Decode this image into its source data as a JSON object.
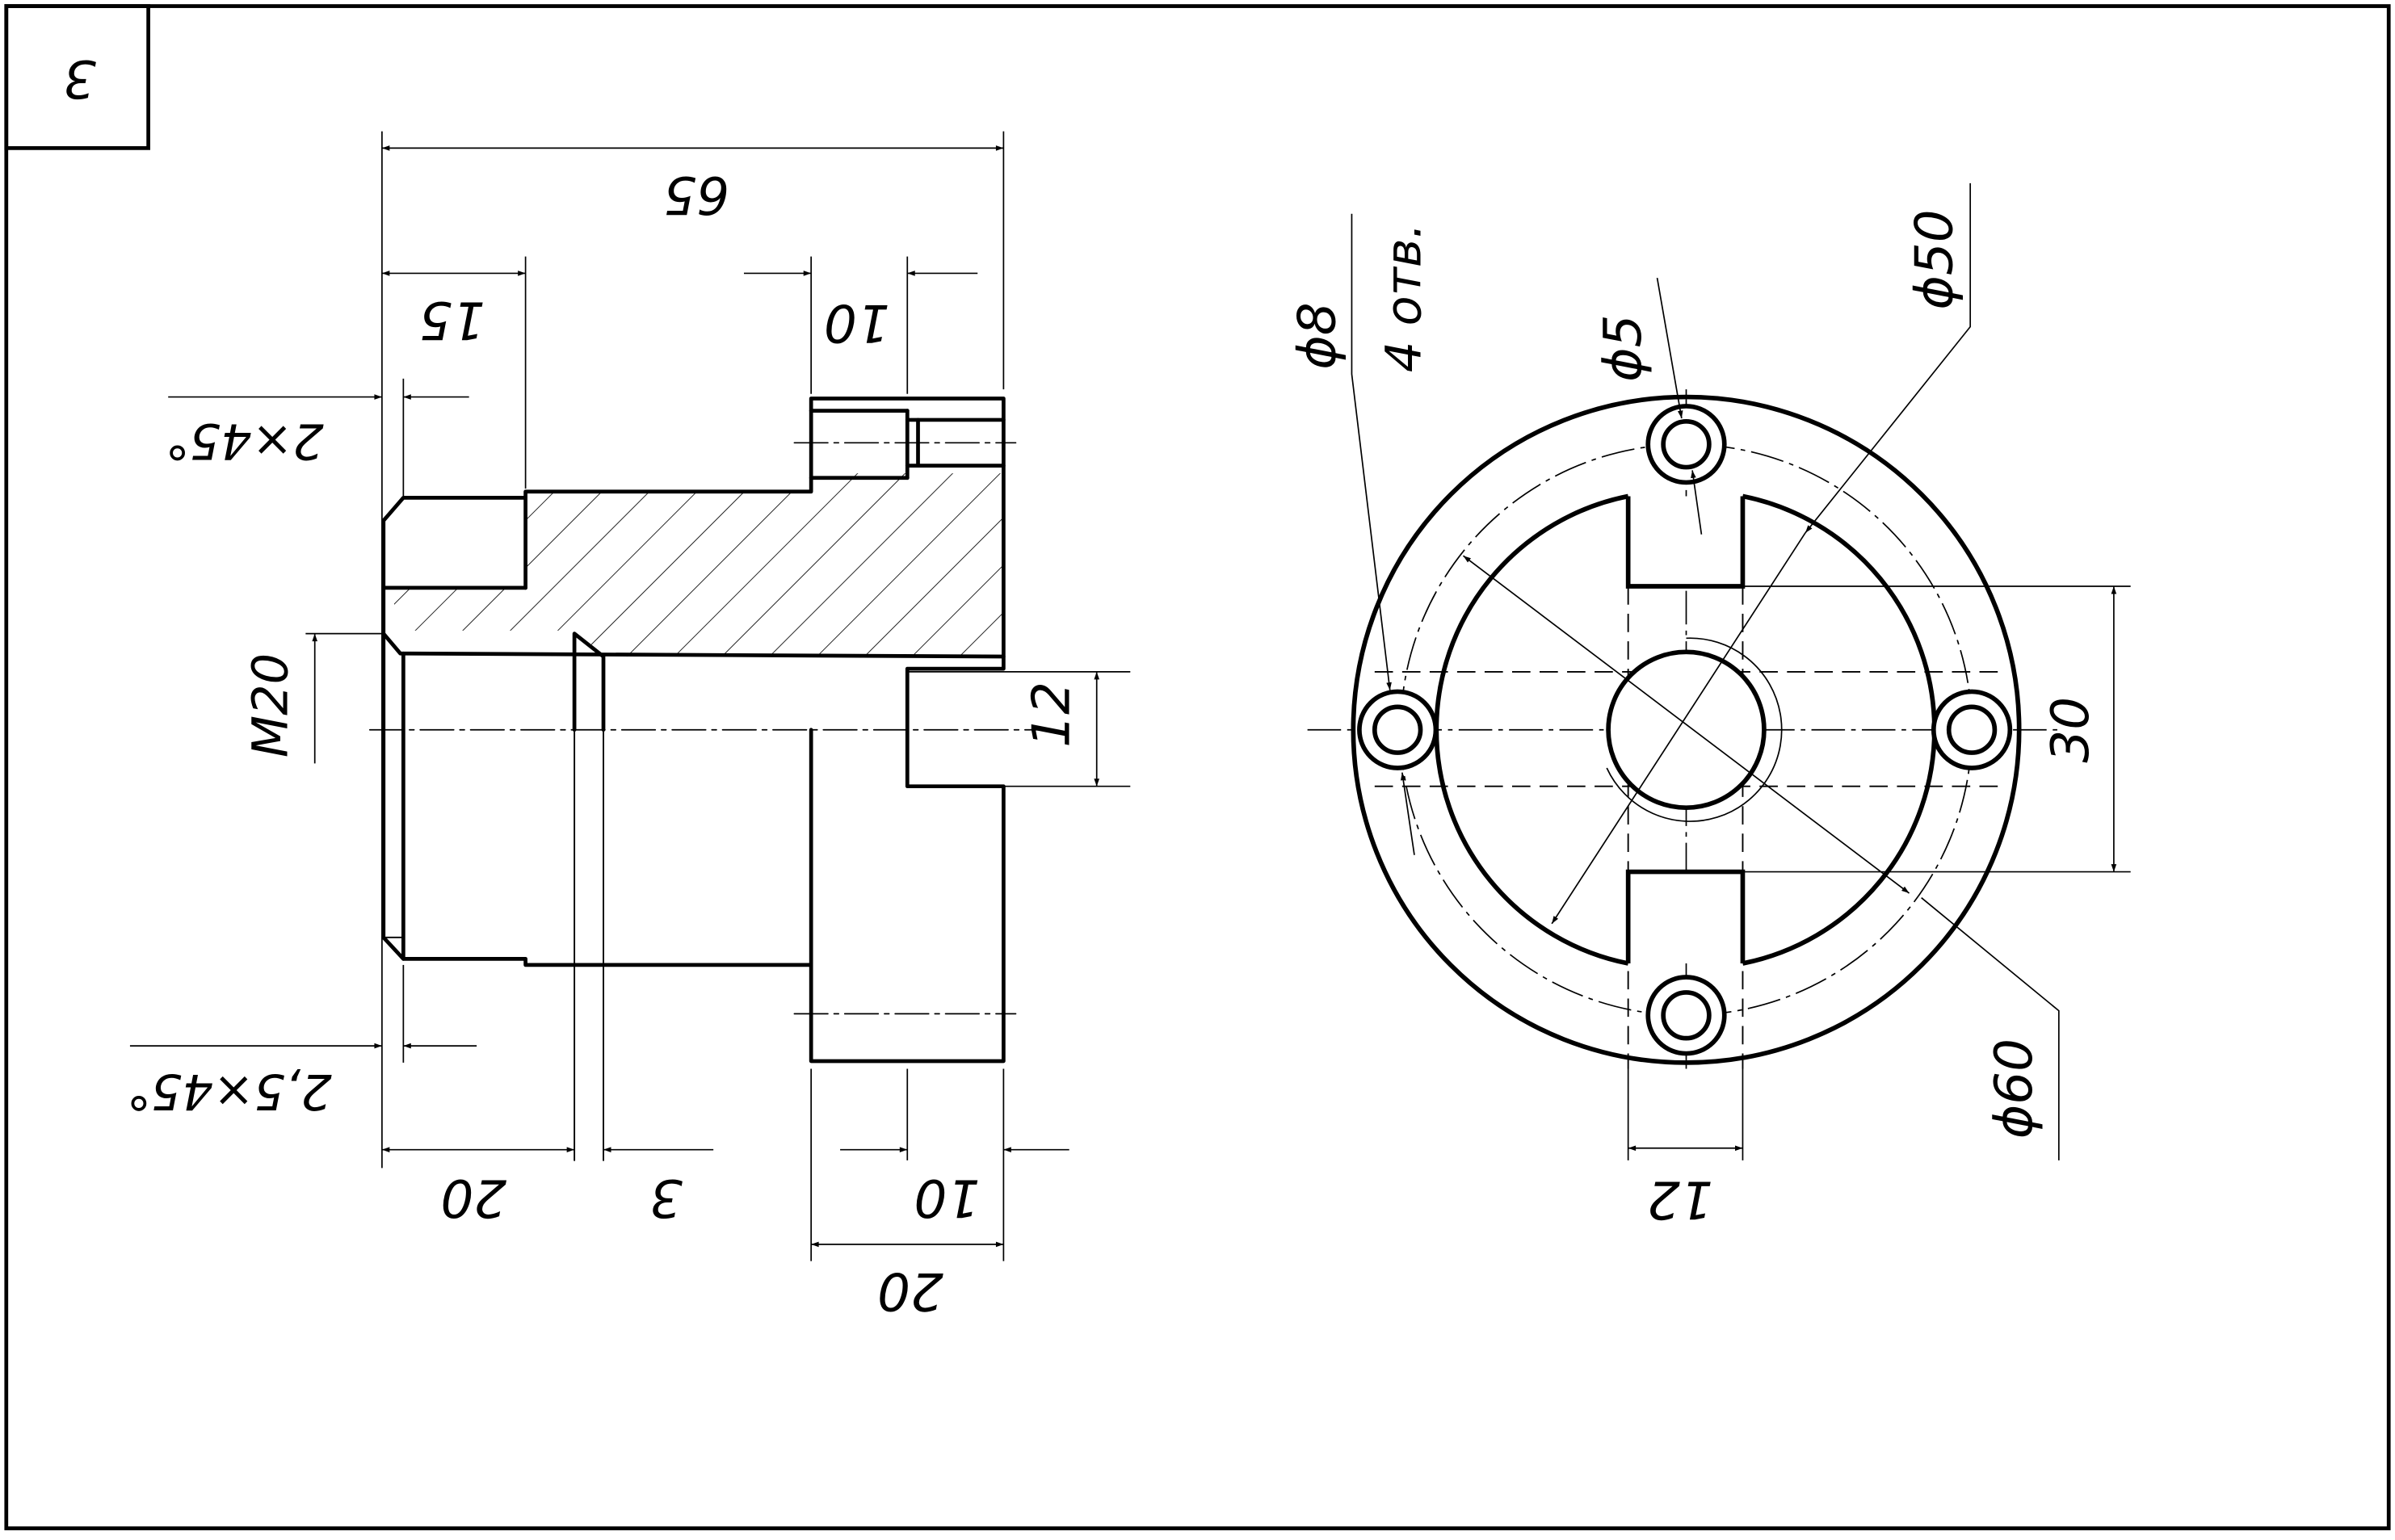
{
  "sheet": {
    "number": "3"
  },
  "colors": {
    "line": "#000000",
    "paper": "#ffffff"
  },
  "labels": {
    "d65": "65",
    "d15": "15",
    "d10top": "10",
    "ch2": "2×45°",
    "m20": "M20",
    "d12": "12",
    "ch25": "2,5×45°",
    "d20a": "20",
    "d3": "3",
    "d10b": "10",
    "d20b": "20",
    "phi8": "ϕ8",
    "otv": "4 отв.",
    "phi5": "ϕ5",
    "phi50": "ϕ50",
    "d30": "30",
    "phi60": "ϕ60",
    "d12b": "12"
  }
}
